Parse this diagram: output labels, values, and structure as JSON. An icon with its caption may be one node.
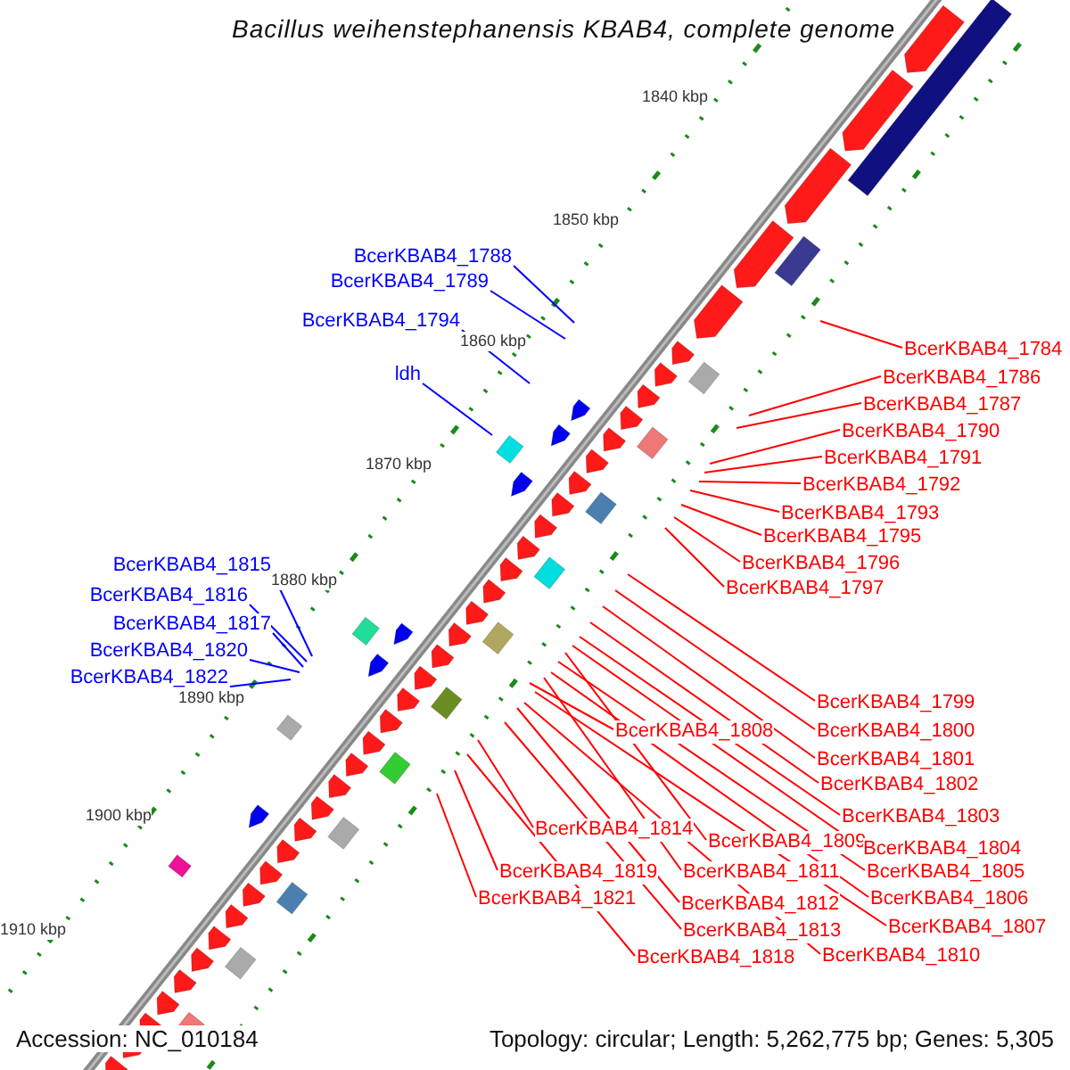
{
  "diagram": {
    "title": "Bacillus weihenstephanensis KBAB4, complete genome",
    "nodes": [
      {
        "text": [
          "BcerKBAB4_1788"
        ]
      },
      {
        "text": [
          "BcerKBAB4_1789"
        ]
      },
      {
        "text": [
          "BcerKBAB4_1794"
        ]
      },
      {
        "text": [
          "ldh"
        ]
      },
      {
        "text": [
          "BcerKBAB4_1815"
        ]
      },
      {
        "text": [
          "BcerKBAB4_1816"
        ]
      },
      {
        "text": [
          "BcerKBAB4_1817"
        ]
      },
      {
        "text": [
          "BcerKBAB4_1820"
        ]
      },
      {
        "text": [
          "BcerKBAB4_1822"
        ]
      },
      {
        "text": [
          "BcerKBAB4_1784"
        ]
      },
      {
        "text": [
          "BcerKBAB4_1786"
        ]
      },
      {
        "text": [
          "BcerKBAB4_1787"
        ]
      },
      {
        "text": [
          "BcerKBAB4_1790"
        ]
      },
      {
        "text": [
          "BcerKBAB4_1791"
        ]
      },
      {
        "text": [
          "BcerKBAB4_1792"
        ]
      },
      {
        "text": [
          "BcerKBAB4_1793"
        ]
      },
      {
        "text": [
          "BcerKBAB4_1795"
        ]
      },
      {
        "text": [
          "BcerKBAB4_1796"
        ]
      },
      {
        "text": [
          "BcerKBAB4_1797"
        ]
      },
      {
        "text": [
          "BcerKBAB4_1799"
        ]
      },
      {
        "text": [
          "BcerKBAB4_1800"
        ]
      },
      {
        "text": [
          "BcerKBAB4_1808"
        ]
      },
      {
        "text": [
          "BcerKBAB4_1801"
        ]
      },
      {
        "text": [
          "BcerKBAB4_1802"
        ]
      },
      {
        "text": [
          "BcerKBAB4_1803"
        ]
      },
      {
        "text": [
          "BcerKBAB4_1814"
        ]
      },
      {
        "text": [
          "BcerKBAB4_1809"
        ]
      },
      {
        "text": [
          "BcerKBAB4_1804"
        ]
      },
      {
        "text": [
          "BcerKBAB4_1805"
        ]
      },
      {
        "text": [
          "BcerKBAB4_1811"
        ]
      },
      {
        "text": [
          "BcerKBAB4_1819"
        ]
      },
      {
        "text": [
          "BcerKBAB4_1806"
        ]
      },
      {
        "text": [
          "BcerKBAB4_1812"
        ]
      },
      {
        "text": [
          "BcerKBAB4_1821"
        ]
      },
      {
        "text": [
          "BcerKBAB4_1807"
        ]
      },
      {
        "text": [
          "BcerKBAB4_1813"
        ]
      },
      {
        "text": [
          "BcerKBAB4_1818"
        ]
      },
      {
        "text": [
          "BcerKBAB4_1810"
        ]
      }
    ],
    "edges": [
      {
        "from": 0,
        "to": null,
        "arrow": "none",
        "color": "#0000ff"
      },
      {
        "from": 1,
        "to": null,
        "arrow": "none",
        "color": "#0000ff"
      },
      {
        "from": 2,
        "to": null,
        "arrow": "none",
        "color": "#0000ff"
      },
      {
        "from": 3,
        "to": null,
        "arrow": "none",
        "color": "#0000ff"
      },
      {
        "from": 4,
        "to": null,
        "arrow": "none",
        "color": "#0000ff"
      },
      {
        "from": 5,
        "to": null,
        "arrow": "none",
        "color": "#0000ff"
      },
      {
        "from": 6,
        "to": null,
        "arrow": "none",
        "color": "#0000ff"
      },
      {
        "from": 7,
        "to": null,
        "arrow": "none",
        "color": "#0000ff"
      },
      {
        "from": 8,
        "to": null,
        "arrow": "none",
        "color": "#0000ff"
      },
      {
        "from": 9,
        "to": null,
        "arrow": "none"
      },
      {
        "from": 10,
        "to": null,
        "arrow": "none"
      },
      {
        "from": 11,
        "to": null,
        "arrow": "none"
      },
      {
        "from": 12,
        "to": null,
        "arrow": "none"
      },
      {
        "from": 13,
        "to": null,
        "arrow": "none"
      },
      {
        "from": 14,
        "to": null,
        "arrow": "none"
      },
      {
        "from": 15,
        "to": null,
        "arrow": "none"
      },
      {
        "from": 16,
        "to": null,
        "arrow": "none"
      },
      {
        "from": 17,
        "to": null,
        "arrow": "none"
      },
      {
        "from": 18,
        "to": null,
        "arrow": "none"
      },
      {
        "from": 19,
        "to": null,
        "arrow": "none"
      },
      {
        "from": 20,
        "to": null,
        "arrow": "none"
      },
      {
        "from": 21,
        "to": null,
        "arrow": "none"
      },
      {
        "from": 22,
        "to": null,
        "arrow": "none"
      },
      {
        "from": 23,
        "to": null,
        "arrow": "none"
      },
      {
        "from": 24,
        "to": null,
        "arrow": "none"
      },
      {
        "from": 25,
        "to": null,
        "arrow": "none"
      },
      {
        "from": 26,
        "to": null,
        "arrow": "none"
      },
      {
        "from": 27,
        "to": null,
        "arrow": "none"
      },
      {
        "from": 28,
        "to": null,
        "arrow": "none"
      },
      {
        "from": 29,
        "to": null,
        "arrow": "none"
      },
      {
        "from": 30,
        "to": null,
        "arrow": "none"
      },
      {
        "from": 31,
        "to": null,
        "arrow": "none"
      },
      {
        "from": 32,
        "to": null,
        "arrow": "none"
      },
      {
        "from": 33,
        "to": null,
        "arrow": "none"
      },
      {
        "from": 34,
        "to": null,
        "arrow": "none"
      },
      {
        "from": 35,
        "to": null,
        "arrow": "none"
      },
      {
        "from": 36,
        "to": null,
        "arrow": "none"
      },
      {
        "from": 37,
        "to": null,
        "arrow": "none"
      }
    ],
    "labels": [
      "1840 kbp",
      "1850 kbp",
      "1860 kbp",
      "1870 kbp",
      "1880 kbp",
      "1890 kbp",
      "1900 kbp",
      "1910 kbp",
      "Accession: NC_010184",
      "Topology: circular; Length: 5,262,775 bp; Genes: 5,305"
    ]
  }
}
